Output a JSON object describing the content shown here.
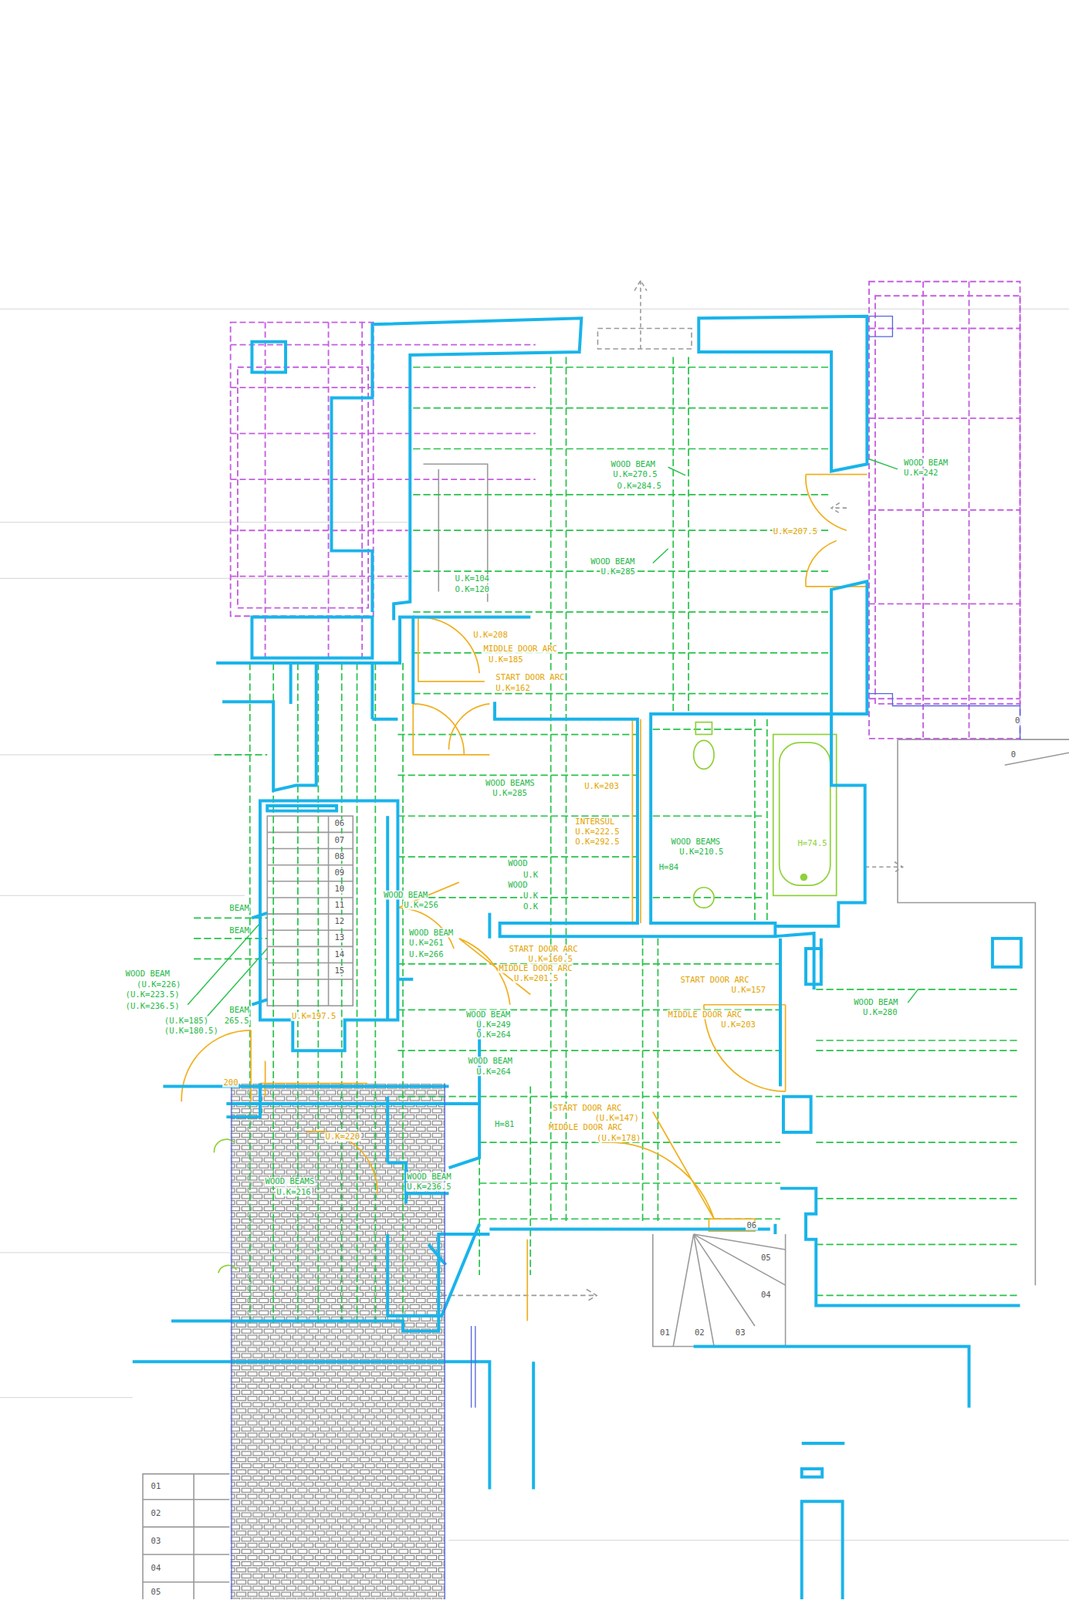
{
  "diagram": {
    "labels": [
      "WOOD BEAM",
      "U.K=242",
      "WOOD BEAM",
      "U.K=270.5",
      "O.K=284.5",
      "U.K=207.5",
      "WOOD BEAM",
      "U.K=285",
      "U.K=104",
      "O.K=120",
      "U.K=208",
      "MIDDLE DOOR ARC",
      "U.K=185",
      "START DOOR ARC",
      "U.K=162",
      "WOOD BEAMS",
      "U.K=285",
      "U.K=203",
      "INTERSUL",
      "U.K=222.5",
      "O.K=292.5",
      "WOOD BEAMS",
      "U.K=210.5",
      "H=74.5",
      "H=84",
      "WOOD",
      "U.K",
      "WOOD",
      "U.K",
      "O.K",
      "WOOD BEAM",
      "U.K=256",
      "WOOD BEAM",
      "U.K=261",
      "U.K=266",
      "START DOOR ARC",
      "U.K=160.5",
      "MIDDLE DOOR ARC",
      "U.K=201.5",
      "START DOOR ARC",
      "U.K=157",
      "MIDDLE DOOR ARC",
      "U.K=203",
      "WOOD BEAM",
      "U.K=280",
      "WOOD BEAM",
      "(U.K=226)",
      "(U.K=223.5)",
      "(U.K=236.5)",
      "BEAM",
      "BEAM",
      "BEAM",
      "(U.K=185)",
      "265.5",
      "(U.K=180.5)",
      "U.K=197.5",
      "WOOD BEAM",
      "U.K=249",
      "O.K=264",
      "WOOD BEAM",
      "U.K=264",
      "H=81",
      "START DOOR ARC",
      "(U.K=147)",
      "MIDDLE DOOR ARC",
      "(U.K=178)",
      "200",
      "U.K=220",
      "WOOD BEAMS",
      "U.K=216",
      "WOOD BEAM",
      "U.K=236.5",
      "06",
      "07",
      "08",
      "09",
      "10",
      "11",
      "12",
      "13",
      "14",
      "15",
      "06",
      "05",
      "04",
      "01",
      "02",
      "03",
      "01",
      "02",
      "03",
      "04",
      "05",
      "0",
      "0"
    ]
  }
}
